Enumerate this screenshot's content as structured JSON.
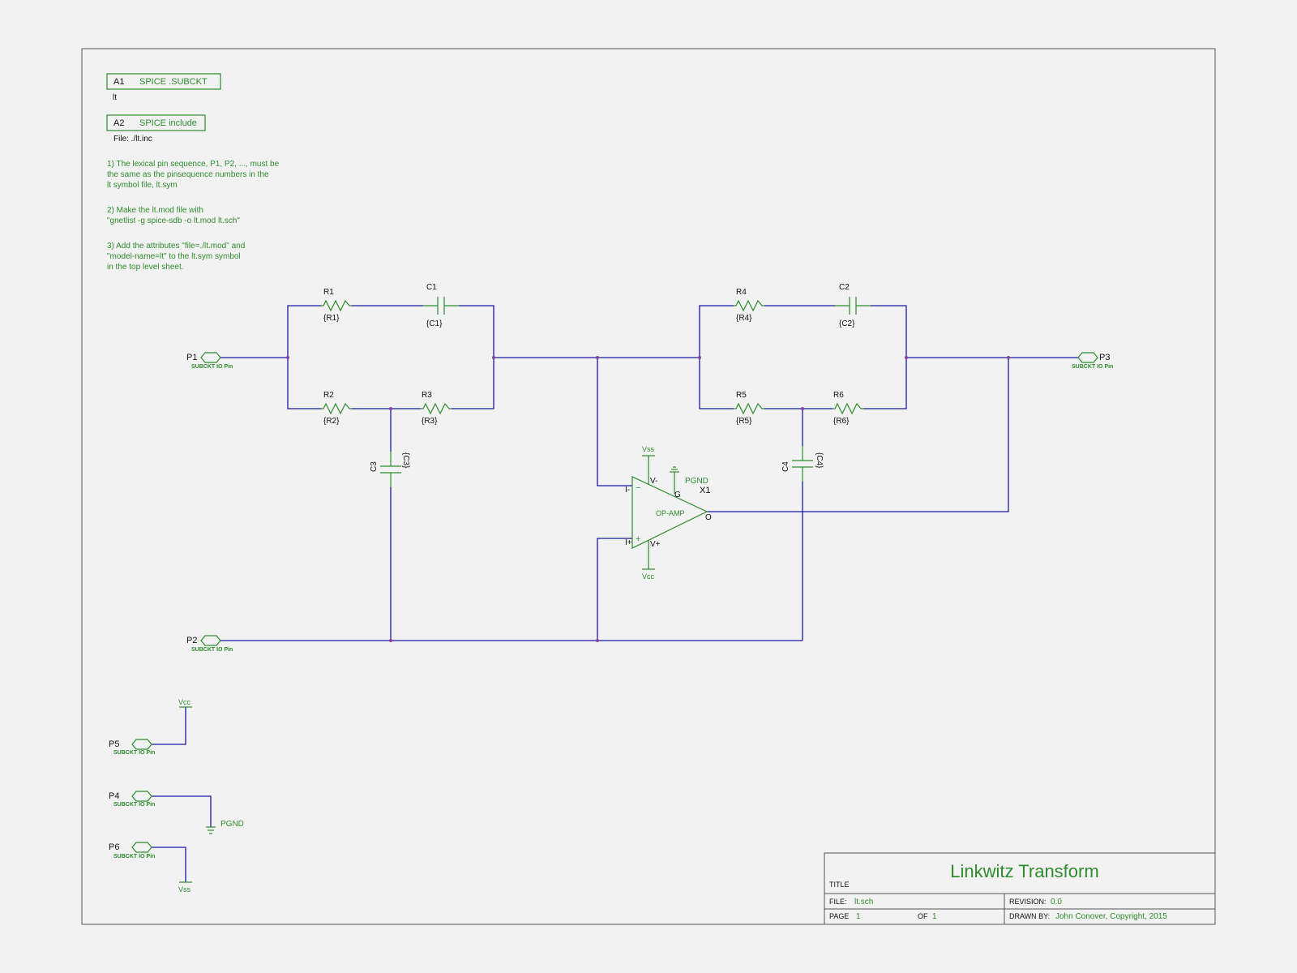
{
  "attributes": {
    "a1": {
      "id": "A1",
      "label": "SPICE .SUBCKT",
      "value": "lt"
    },
    "a2": {
      "id": "A2",
      "label": "SPICE include",
      "value": "File:  ./lt.inc"
    }
  },
  "notes": [
    [
      "1) The lexical pin sequence, P1, P2, ..., must be",
      "the same as the pinsequence numbers in the",
      "lt symbol file, lt.sym"
    ],
    [
      "2) Make the lt.mod file with",
      "\"gnetlist -g spice-sdb  -o lt.mod lt.sch\""
    ],
    [
      "3) Add the attributes \"file=./lt.mod\" and",
      "\"model-name=lt\" to the lt.sym symbol",
      "in the top level sheet."
    ]
  ],
  "ports": {
    "type_label": "SUBCKT IO Pin",
    "p1": "P1",
    "p2": "P2",
    "p3": "P3",
    "p4": "P4",
    "p5": "P5",
    "p6": "P6"
  },
  "resistors": {
    "r1": {
      "ref": "R1",
      "value": "{R1}"
    },
    "r2": {
      "ref": "R2",
      "value": "{R2}"
    },
    "r3": {
      "ref": "R3",
      "value": "{R3}"
    },
    "r4": {
      "ref": "R4",
      "value": "{R4}"
    },
    "r5": {
      "ref": "R5",
      "value": "{R5}"
    },
    "r6": {
      "ref": "R6",
      "value": "{R6}"
    }
  },
  "capacitors": {
    "c1": {
      "ref": "C1",
      "value": "{C1}"
    },
    "c2": {
      "ref": "C2",
      "value": "{C2}"
    },
    "c3": {
      "ref": "C3",
      "value": "{C3}"
    },
    "c4": {
      "ref": "C4",
      "value": "{C4}"
    }
  },
  "opamp": {
    "ref": "X1",
    "label": "OP-AMP",
    "pin_inv": "I-",
    "pin_noninv": "I+",
    "pin_vneg": "V-",
    "pin_vpos": "V+",
    "pin_gnd": "G",
    "pin_out": "O",
    "minus_sign": "−",
    "plus_sign": "+"
  },
  "power": {
    "vss": "Vss",
    "vcc": "Vcc",
    "pgnd": "PGND"
  },
  "title_block": {
    "title_label": "TITLE",
    "title": "Linkwitz Transform",
    "file_label": "FILE:",
    "file": "lt.sch",
    "page_label": "PAGE",
    "page": "1",
    "of_label": "OF",
    "of": "1",
    "revision_label": "REVISION:",
    "revision": "0.0",
    "drawn_label": "DRAWN BY:",
    "drawn_by": "John Conover, Copyright, 2015"
  },
  "colors": {
    "wire": "#1a1aa6",
    "symbol": "#2e8b2e",
    "junction": "#8a3fa0"
  }
}
